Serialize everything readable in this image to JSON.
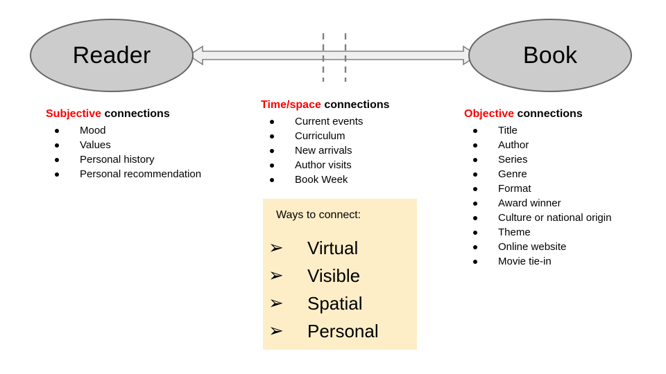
{
  "diagram": {
    "nodes": [
      {
        "id": "reader",
        "label": "Reader"
      },
      {
        "id": "book",
        "label": "Book"
      }
    ],
    "connector": {
      "type": "double-headed-arrow",
      "fill": "#efefef",
      "stroke": "#808080",
      "dashed_dividers": 2
    },
    "colors": {
      "node_fill": "#cccccc",
      "node_stroke": "#666666",
      "accent": "#ff0000",
      "panel_fill": "#fdeec8"
    }
  },
  "columns": [
    {
      "id": "subjective",
      "heading_highlight": "Subjective",
      "heading_rest": " connections",
      "items": [
        "Mood",
        "Values",
        "Personal history",
        "Personal recommendation"
      ]
    },
    {
      "id": "timespace",
      "heading_highlight": "Time/space",
      "heading_rest": " connections",
      "items": [
        "Current events",
        "Curriculum",
        "New arrivals",
        "Author visits",
        "Book Week"
      ]
    },
    {
      "id": "objective",
      "heading_highlight": "Objective",
      "heading_rest": " connections",
      "items": [
        "Title",
        "Author",
        "Series",
        "Genre",
        "Format",
        "Award winner",
        "Culture or national origin",
        "Theme",
        "Online website",
        "Movie tie-in"
      ]
    }
  ],
  "ways_box": {
    "title": "Ways to connect:",
    "bullet_glyph": "➢",
    "items": [
      "Virtual",
      "Visible",
      "Spatial",
      "Personal"
    ]
  }
}
